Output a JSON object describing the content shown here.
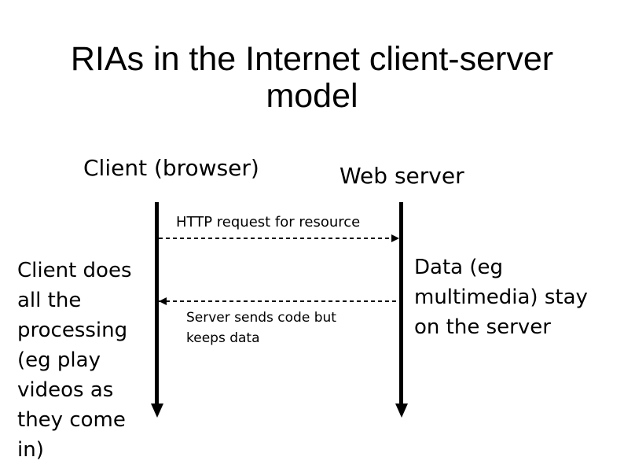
{
  "slide": {
    "title_lines": [
      "RIAs in the Internet client-server",
      "model"
    ]
  },
  "diagram": {
    "client_label": "Client (browser)",
    "server_label": "Web server",
    "messages": [
      {
        "label": "HTTP request for resource",
        "direction": "client-to-server",
        "line_style": "dashed"
      },
      {
        "label_lines": [
          "Server sends code but",
          "keeps data"
        ],
        "direction": "server-to-client",
        "line_style": "dashed"
      }
    ],
    "left_note_lines": [
      "Client does",
      "all the",
      "processing",
      "(eg play",
      "videos as",
      "they come",
      "in)"
    ],
    "right_note_lines": [
      "Data (eg",
      "multimedia) stay",
      "on the server"
    ],
    "colors": {
      "background": "#ffffff",
      "ink": "#000000"
    }
  }
}
